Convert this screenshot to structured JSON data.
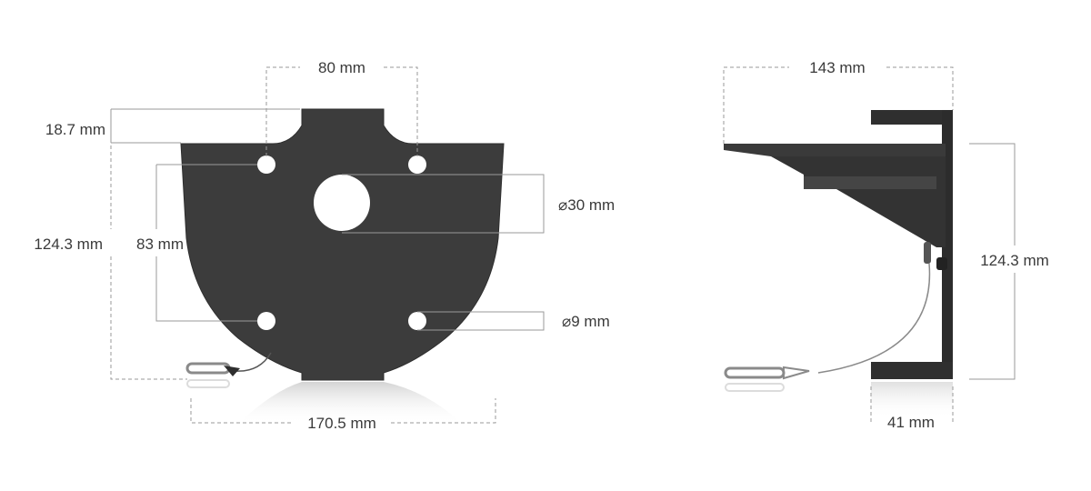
{
  "front_view": {
    "hole_spacing_label": "80 mm",
    "top_tab_height_label": "18.7 mm",
    "total_height_label": "124.3 mm",
    "hole_vertical_spacing_label": "83 mm",
    "center_hole_diameter_label": "⌀30 mm",
    "small_hole_diameter_label": "⌀9 mm",
    "width_label": "170.5 mm"
  },
  "side_view": {
    "depth_label": "143 mm",
    "height_label": "124.3 mm",
    "base_width_label": "41 mm"
  },
  "colors": {
    "plate": "#3c3c3c",
    "plate_edge": "#2e2e2e",
    "hole": "#ffffff",
    "dimension_line": "#9a9a9a",
    "text": "#3a3a3a"
  }
}
